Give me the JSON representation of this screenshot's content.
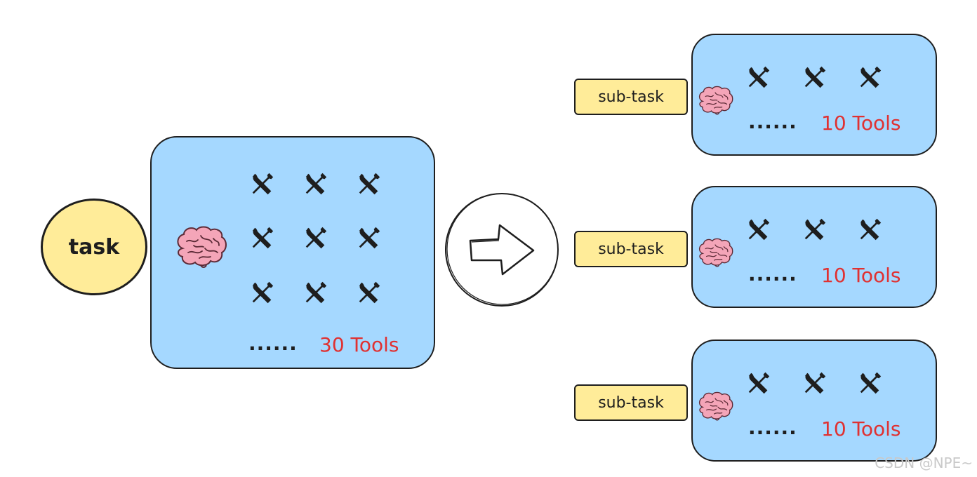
{
  "main": {
    "task_label": "task",
    "tools_label": "30 Tools",
    "ellipsis": "......",
    "tool_rows": 3,
    "tool_cols": 3
  },
  "subtasks": [
    {
      "label": "sub-task",
      "tools_label": "10 Tools",
      "ellipsis": "......"
    },
    {
      "label": "sub-task",
      "tools_label": "10 Tools",
      "ellipsis": "......"
    },
    {
      "label": "sub-task",
      "tools_label": "10 Tools",
      "ellipsis": "......"
    }
  ],
  "icons": {
    "tool": "tools-icon",
    "brain": "brain-icon",
    "arrow": "arrow-right-icon"
  },
  "colors": {
    "box": "#a5d8ff",
    "label": "#ffec99",
    "count": "#e03131",
    "stroke": "#1e1e1e",
    "brain": "#f4a5b8"
  },
  "watermark": "CSDN @NPE~"
}
